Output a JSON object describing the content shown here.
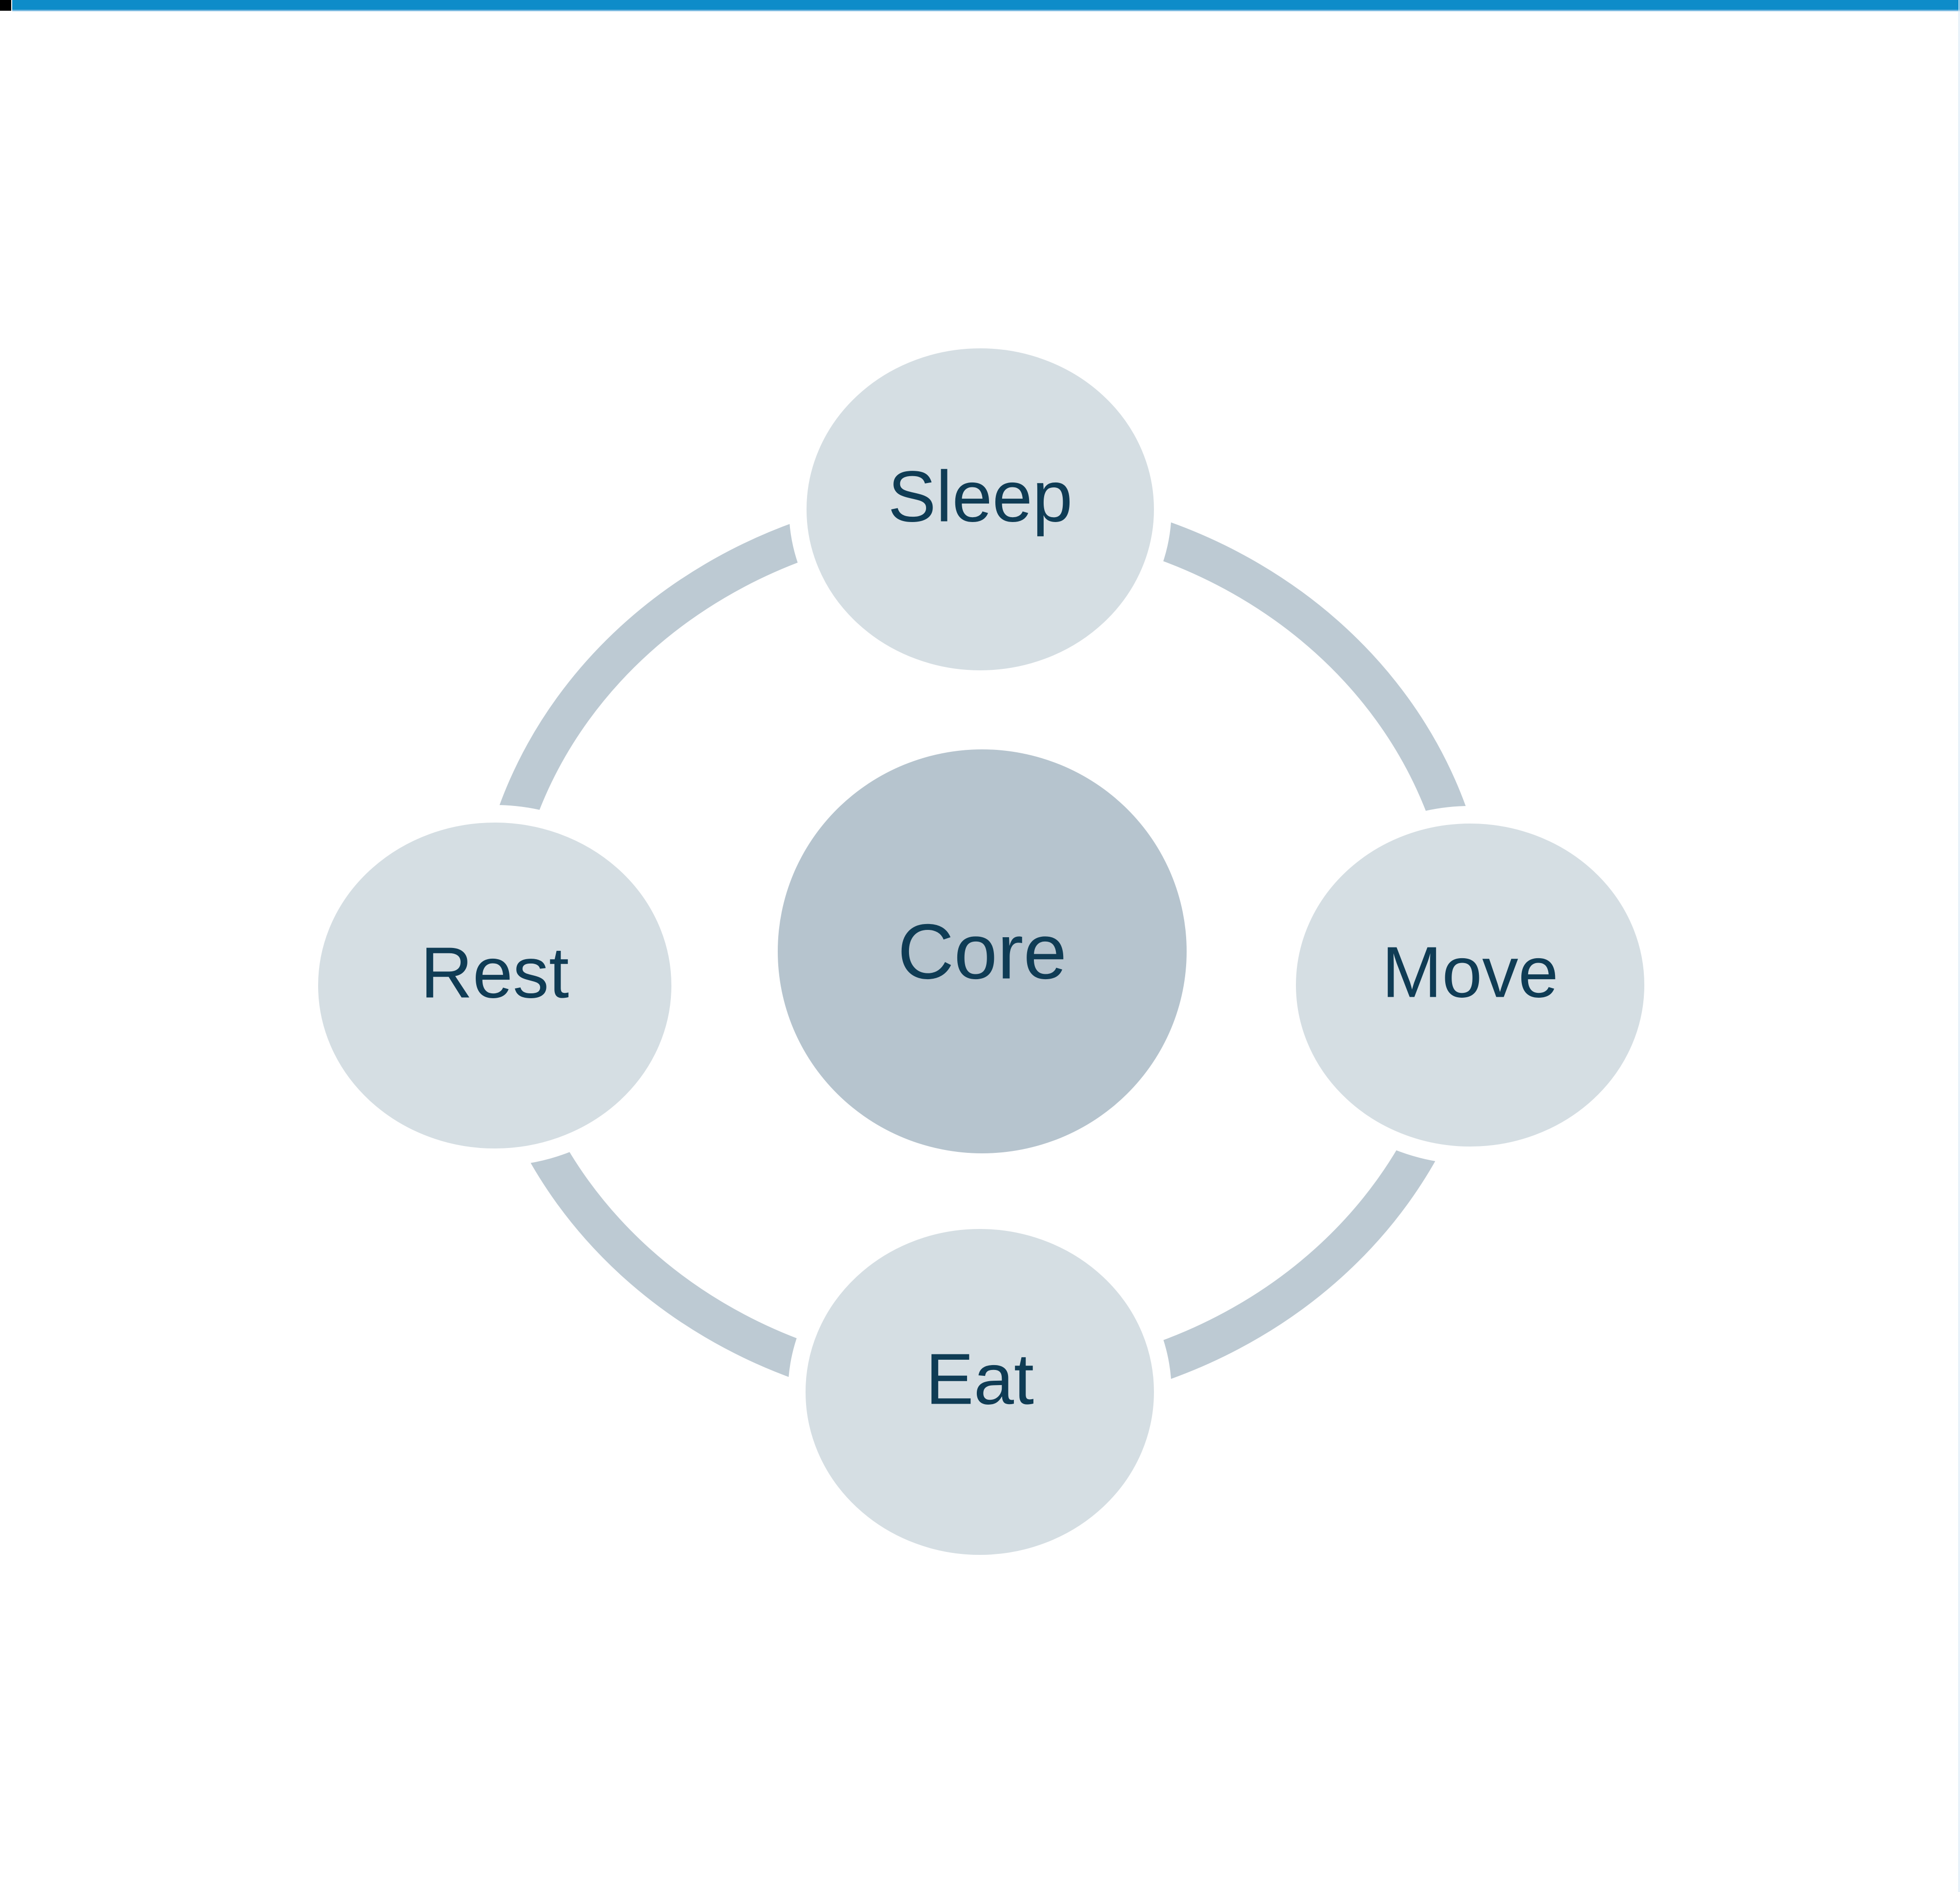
{
  "page": {
    "background_color": "#ffffff"
  },
  "top_bar": {
    "bar_color": "#0e8cc9",
    "underline_color": "#79b9e0",
    "corner_square_color": "#000000",
    "right_edge_line_color": "#d8eaf6"
  },
  "diagram": {
    "type": "cycle",
    "ring_color": "#bdcad3",
    "label_color": "#0f3c55",
    "center_node": {
      "id": "core",
      "label": "Core",
      "fill": "#b6c4ce"
    },
    "ring_nodes": [
      {
        "id": "sleep",
        "label": "Sleep",
        "position": "top",
        "fill": "#d5dee3"
      },
      {
        "id": "move",
        "label": "Move",
        "position": "right",
        "fill": "#d5dee3"
      },
      {
        "id": "eat",
        "label": "Eat",
        "position": "bottom",
        "fill": "#d5dee3"
      },
      {
        "id": "rest",
        "label": "Rest",
        "position": "left",
        "fill": "#d5dee3"
      }
    ]
  }
}
